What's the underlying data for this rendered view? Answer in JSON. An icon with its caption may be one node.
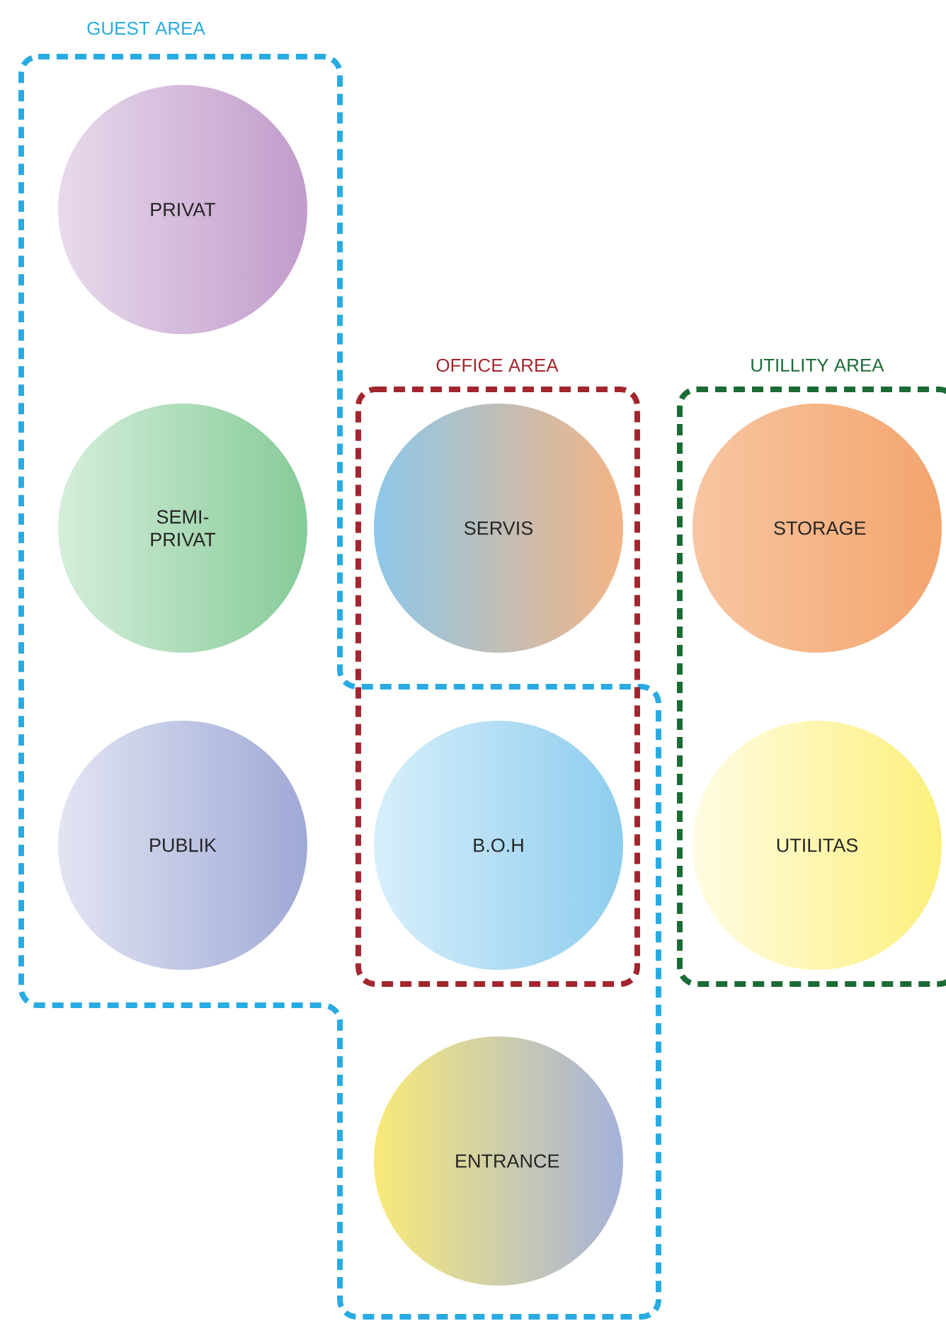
{
  "diagram": {
    "nodes": [
      {
        "text": [
          "GUEST AREA"
        ]
      },
      {
        "text": [
          "PRIVAT"
        ],
        "in": 0
      },
      {
        "text": [
          "SEMI-PRIVAT"
        ],
        "in": 0
      },
      {
        "text": [
          "PUBLIK"
        ],
        "in": 0
      },
      {
        "text": [
          "OFFICE AREA"
        ]
      },
      {
        "text": [
          "SERVIS"
        ],
        "in": 4
      },
      {
        "text": [
          "B.O.H"
        ],
        "in": 4
      },
      {
        "text": [
          "ENTRANCE"
        ],
        "in": 0
      },
      {
        "text": [
          "UTILLITY AREA"
        ]
      },
      {
        "text": [
          "STORAGE"
        ],
        "in": 8
      },
      {
        "text": [
          "UTILITAS"
        ],
        "in": 8
      }
    ]
  }
}
